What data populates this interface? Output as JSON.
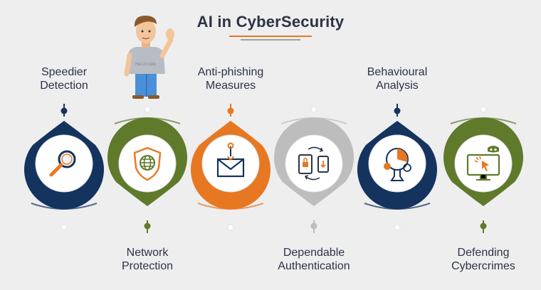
{
  "title": "AI in CyberSecurity",
  "mascot": {
    "shirt_text": "HELLO GIRL"
  },
  "steps": [
    {
      "label": "Speedier\nDetection",
      "icon": "magnifier-icon",
      "color": "#14335e"
    },
    {
      "label": "Network\nProtection",
      "icon": "globe-shield-icon",
      "color": "#5f7a2a"
    },
    {
      "label": "Anti-phishing\nMeasures",
      "icon": "phishing-email-icon",
      "color": "#e87722"
    },
    {
      "label": "Dependable\nAuthentication",
      "icon": "device-authentication-icon",
      "color": "#bdbdbd"
    },
    {
      "label": "Behavioural\nAnalysis",
      "icon": "analytics-head-icon",
      "color": "#14335e"
    },
    {
      "label": "Defending\nCybercrimes",
      "icon": "hacker-monitor-icon",
      "color": "#5f7a2a"
    }
  ],
  "colors": {
    "navy": "#14335e",
    "olive": "#5f7a2a",
    "orange": "#e87722",
    "grey": "#bdbdbd",
    "text": "#2c3344"
  }
}
